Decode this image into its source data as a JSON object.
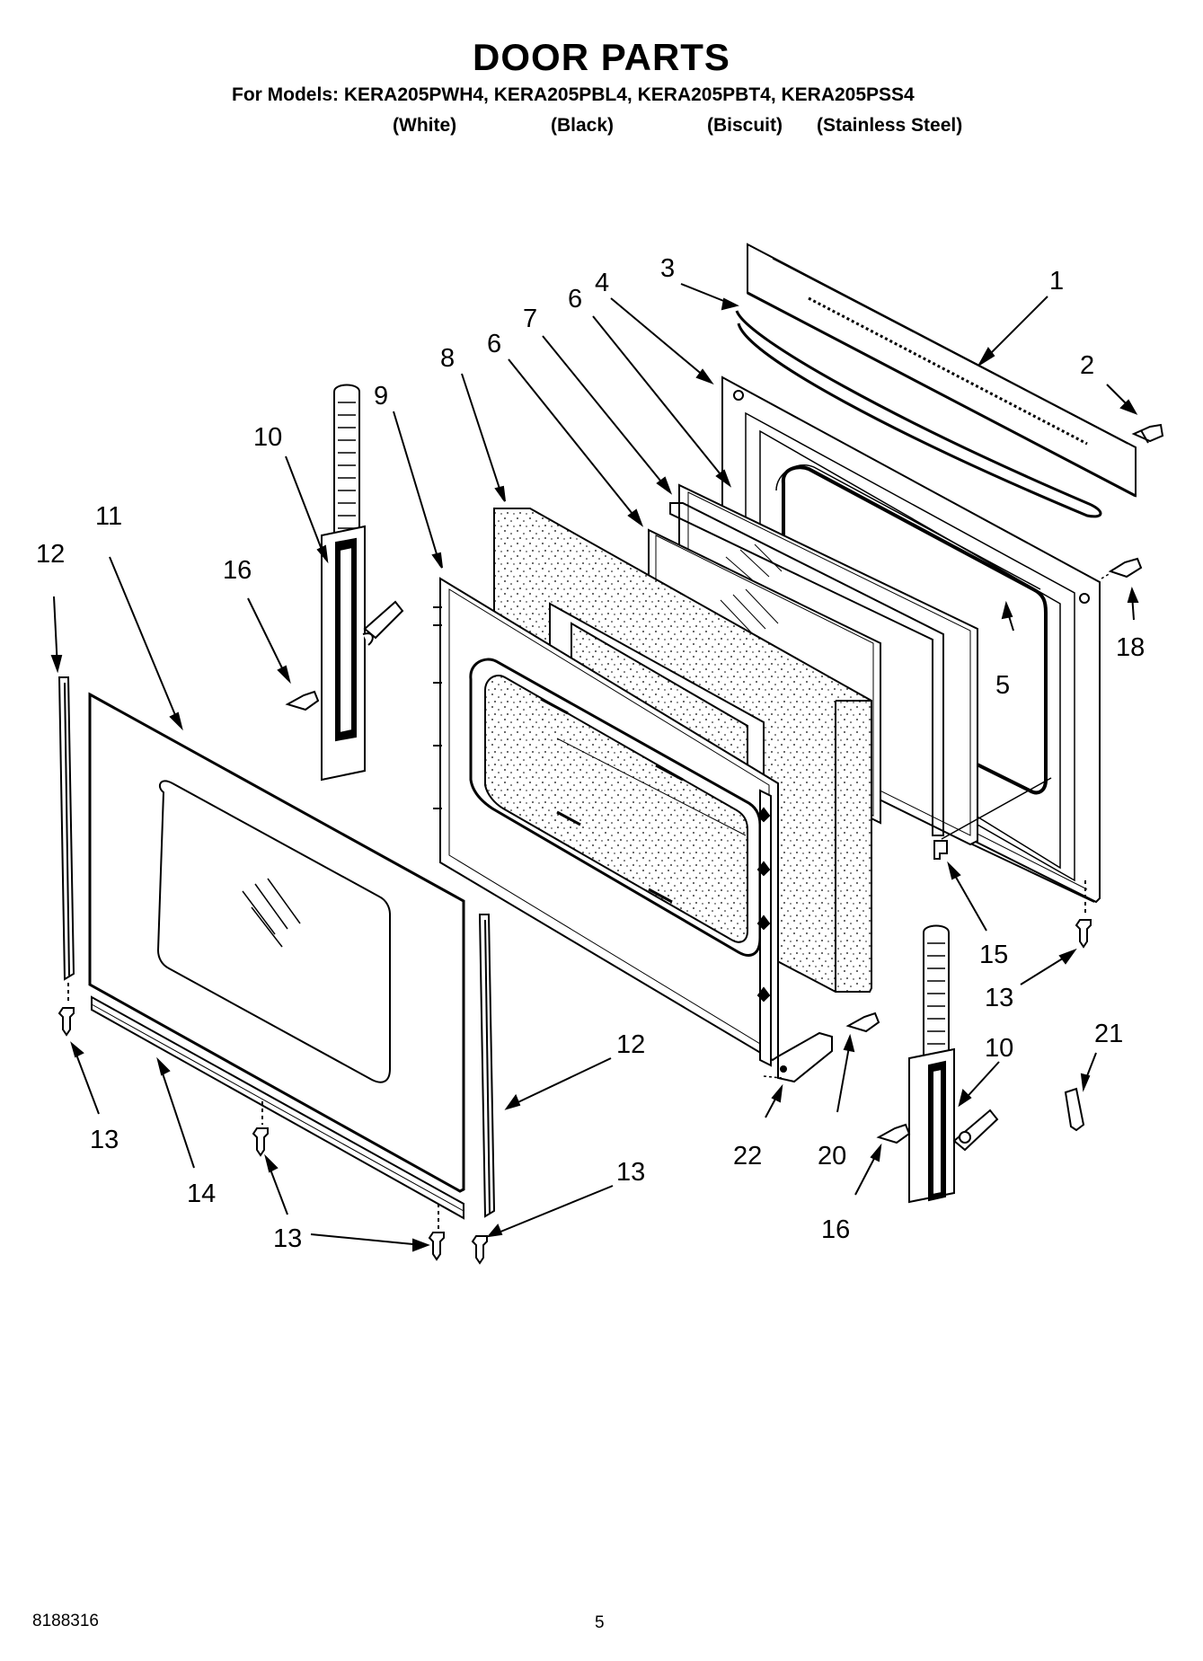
{
  "header": {
    "title": "DOOR PARTS",
    "models_line": "For Models: KERA205PWH4, KERA205PBL4, KERA205PBT4, KERA205PSS4",
    "colors": [
      "(White)",
      "(Black)",
      "(Biscuit)",
      "(Stainless Steel)"
    ]
  },
  "callouts": {
    "c1": "1",
    "c2": "2",
    "c3": "3",
    "c4": "4",
    "c5": "5",
    "c6a": "6",
    "c6b": "6",
    "c7": "7",
    "c8": "8",
    "c9": "9",
    "c10a": "10",
    "c10b": "10",
    "c11": "11",
    "c12a": "12",
    "c12b": "12",
    "c13a": "13",
    "c13b": "13",
    "c13c": "13",
    "c13d": "13",
    "c14": "14",
    "c15": "15",
    "c16a": "16",
    "c16b": "16",
    "c18": "18",
    "c20": "20",
    "c21": "21",
    "c22": "22"
  },
  "footer": {
    "part_number": "8188316",
    "page_number": "5"
  }
}
